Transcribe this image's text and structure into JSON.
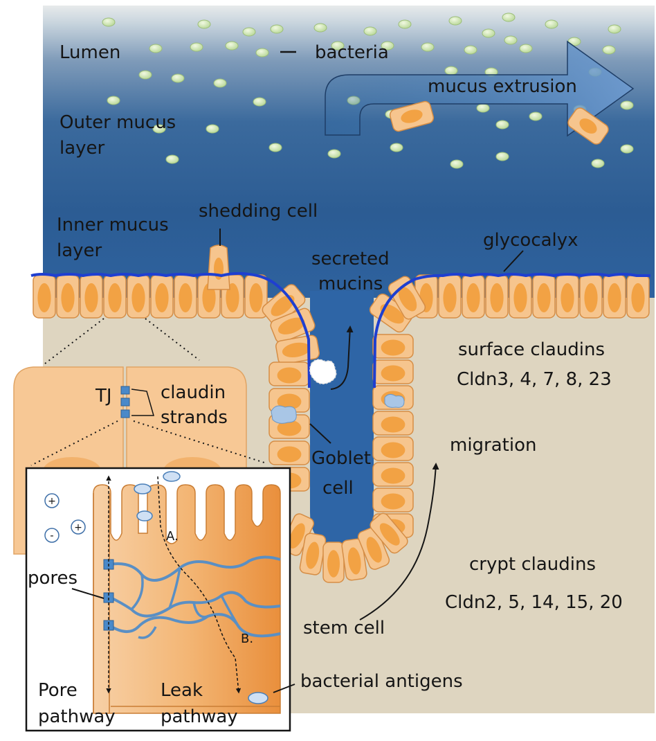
{
  "labels": {
    "lumen": "Lumen",
    "bacteria": "bacteria",
    "outer_mucus": [
      "Outer mucus",
      "layer"
    ],
    "mucus_extrusion": "mucus extrusion",
    "shedding_cell": "shedding cell",
    "inner_mucus": [
      "Inner mucus",
      "layer"
    ],
    "secreted_mucins": [
      "secreted",
      "mucins"
    ],
    "glycocalyx": "glycocalyx",
    "surface_claudins": [
      "surface claudins",
      "Cldn3, 4, 7, 8, 23"
    ],
    "tj": "TJ",
    "claudin_strands": [
      "claudin",
      "strands"
    ],
    "goblet_cell": [
      "Goblet",
      "cell"
    ],
    "migration": "migration",
    "crypt_claudins": [
      "crypt claudins",
      "Cldn2, 5, 14, 15, 20"
    ],
    "pores": "pores",
    "stem_cell": "stem cell",
    "path_a": "A.",
    "path_b": "B.",
    "pore_pathway": [
      "Pore",
      "pathway"
    ],
    "leak_pathway": [
      "Leak",
      "pathway"
    ],
    "bacterial_antigens": "bacterial antigens",
    "ions": [
      "+",
      "+",
      "-"
    ]
  },
  "colors": {
    "lumen_top": "#e6e9ea",
    "mucus_blue": "#2a5d94",
    "inner_blue": "#2e64a4",
    "tissue": "#e0d7c2",
    "cell_fill": "#f6c58e",
    "nucleus": "#f2a244",
    "glycocalyx": "#1f3fd0",
    "bacteria": "#d6eab8",
    "strand": "#5a8fc4",
    "tj_block": "#4a89c9",
    "inset_cell": "#f2b16c"
  },
  "icons": [
    "arrow-icon",
    "plus-icon",
    "minus-icon"
  ]
}
